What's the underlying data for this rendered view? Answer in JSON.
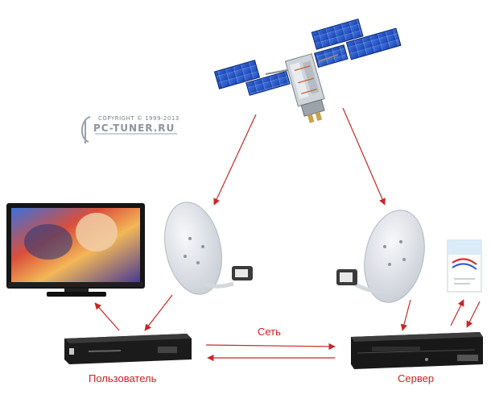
{
  "watermark": {
    "copyright": "COPYRIGHT © 1999-2013",
    "brand": "PC-TUNER.RU"
  },
  "labels": {
    "network": "Сеть",
    "user": "Пользователь",
    "server": "Сервер"
  },
  "colors": {
    "arrow": "#c62828",
    "label": "#cc1f1f",
    "panel_blue": "#1f4fbf",
    "dish": "#e6e9ee"
  },
  "icons": [
    "satellite-icon",
    "tv-icon",
    "dish-icon",
    "receiver-icon",
    "card-icon"
  ]
}
